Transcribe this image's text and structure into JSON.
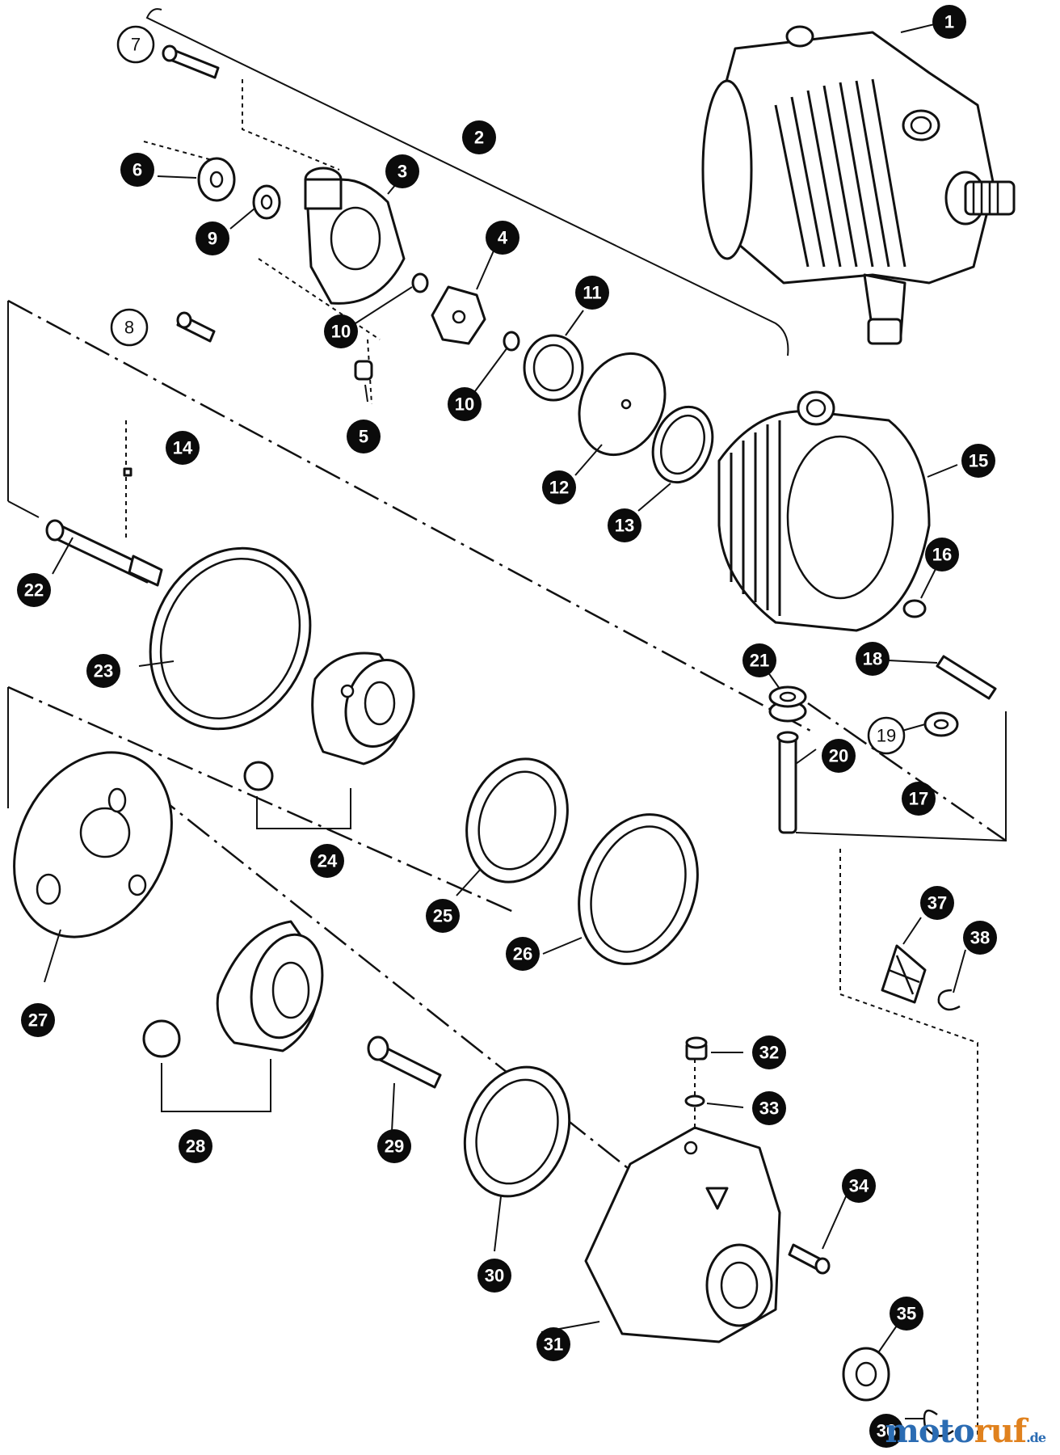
{
  "diagram": {
    "callouts": [
      {
        "id": "c1",
        "label": "1",
        "style": "dark"
      },
      {
        "id": "c2",
        "label": "2",
        "style": "dark"
      },
      {
        "id": "c3",
        "label": "3",
        "style": "dark"
      },
      {
        "id": "c4",
        "label": "4",
        "style": "dark"
      },
      {
        "id": "c5",
        "label": "5",
        "style": "dark"
      },
      {
        "id": "c6",
        "label": "6",
        "style": "dark"
      },
      {
        "id": "c7",
        "label": "7",
        "style": "light"
      },
      {
        "id": "c8",
        "label": "8",
        "style": "light"
      },
      {
        "id": "c9",
        "label": "9",
        "style": "dark"
      },
      {
        "id": "c10a",
        "label": "10",
        "style": "dark"
      },
      {
        "id": "c10b",
        "label": "10",
        "style": "dark"
      },
      {
        "id": "c11",
        "label": "11",
        "style": "dark"
      },
      {
        "id": "c12",
        "label": "12",
        "style": "dark"
      },
      {
        "id": "c13",
        "label": "13",
        "style": "dark"
      },
      {
        "id": "c14",
        "label": "14",
        "style": "dark"
      },
      {
        "id": "c15",
        "label": "15",
        "style": "dark"
      },
      {
        "id": "c16",
        "label": "16",
        "style": "dark"
      },
      {
        "id": "c17",
        "label": "17",
        "style": "dark"
      },
      {
        "id": "c18",
        "label": "18",
        "style": "dark"
      },
      {
        "id": "c19",
        "label": "19",
        "style": "light"
      },
      {
        "id": "c20",
        "label": "20",
        "style": "dark"
      },
      {
        "id": "c21",
        "label": "21",
        "style": "dark"
      },
      {
        "id": "c22",
        "label": "22",
        "style": "dark"
      },
      {
        "id": "c23",
        "label": "23",
        "style": "dark"
      },
      {
        "id": "c24",
        "label": "24",
        "style": "dark"
      },
      {
        "id": "c25",
        "label": "25",
        "style": "dark"
      },
      {
        "id": "c26",
        "label": "26",
        "style": "dark"
      },
      {
        "id": "c27",
        "label": "27",
        "style": "dark"
      },
      {
        "id": "c28",
        "label": "28",
        "style": "dark"
      },
      {
        "id": "c29",
        "label": "29",
        "style": "dark"
      },
      {
        "id": "c30",
        "label": "30",
        "style": "dark"
      },
      {
        "id": "c31",
        "label": "31",
        "style": "dark"
      },
      {
        "id": "c32",
        "label": "32",
        "style": "dark"
      },
      {
        "id": "c33",
        "label": "33",
        "style": "dark"
      },
      {
        "id": "c34",
        "label": "34",
        "style": "dark"
      },
      {
        "id": "c35",
        "label": "35",
        "style": "dark"
      },
      {
        "id": "c36",
        "label": "36",
        "style": "dark"
      },
      {
        "id": "c37",
        "label": "37",
        "style": "dark"
      },
      {
        "id": "c38",
        "label": "38",
        "style": "dark"
      }
    ]
  },
  "watermark": {
    "part1": "moto",
    "part2": "ruf",
    "part3": ".de"
  },
  "colors": {
    "ink": "#111111",
    "watermark_blue": "#2b6cb3",
    "watermark_orange": "#e0811d"
  }
}
